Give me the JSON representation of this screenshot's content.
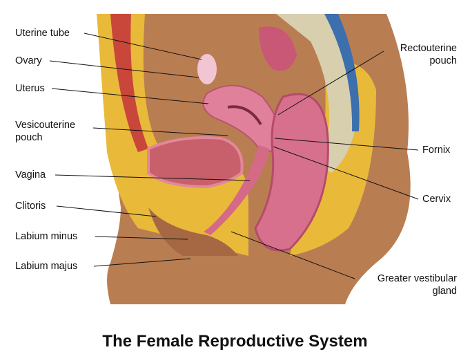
{
  "title": "The Female Reproductive System",
  "labels": {
    "uterine_tube": "Uterine tube",
    "ovary": "Ovary",
    "uterus": "Uterus",
    "vesicouterine_1": "Vesicouterine",
    "vesicouterine_2": "pouch",
    "vagina": "Vagina",
    "clitoris": "Clitoris",
    "labium_minus": "Labium minus",
    "labium_majus": "Labium majus",
    "rectouterine_1": "Rectouterine",
    "rectouterine_2": "pouch",
    "fornix": "Fornix",
    "cervix": "Cervix",
    "gland_1": "Greater vestibular",
    "gland_2": "gland"
  }
}
